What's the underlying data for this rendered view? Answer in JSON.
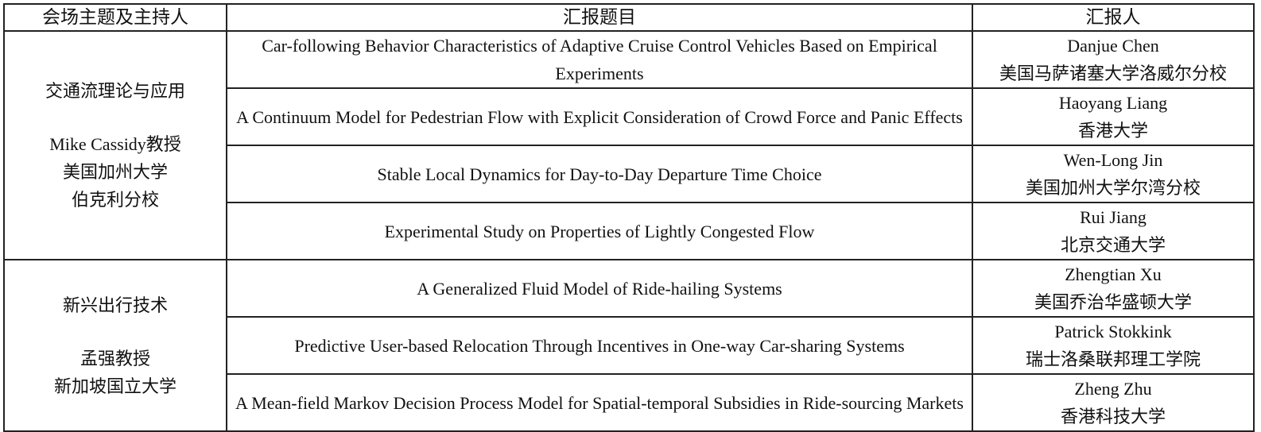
{
  "headers": {
    "session": "会场主题及主持人",
    "title": "汇报题目",
    "presenter": "汇报人"
  },
  "sessions": [
    {
      "topic": "交通流理论与应用",
      "host_name": "Mike Cassidy教授",
      "host_affil_1": "美国加州大学",
      "host_affil_2": "伯克利分校",
      "talks": [
        {
          "title": "Car-following Behavior Characteristics of Adaptive Cruise Control Vehicles Based on Empirical Experiments",
          "name": "Danjue Chen",
          "affil": "美国马萨诸塞大学洛威尔分校"
        },
        {
          "title": "A Continuum Model for Pedestrian Flow with Explicit Consideration of Crowd Force and Panic Effects",
          "name": "Haoyang Liang",
          "affil": "香港大学"
        },
        {
          "title": "Stable Local Dynamics for Day-to-Day Departure Time Choice",
          "name": "Wen-Long Jin",
          "affil": "美国加州大学尔湾分校"
        },
        {
          "title": "Experimental Study on Properties of Lightly Congested Flow",
          "name": "Rui Jiang",
          "affil": "北京交通大学"
        }
      ]
    },
    {
      "topic": "新兴出行技术",
      "host_name": "孟强教授",
      "host_affil_1": "新加坡国立大学",
      "talks": [
        {
          "title": "A Generalized Fluid Model of Ride-hailing Systems",
          "name": "Zhengtian Xu",
          "affil": "美国乔治华盛顿大学"
        },
        {
          "title": "Predictive User-based Relocation Through Incentives in One-way Car-sharing Systems",
          "name": "Patrick Stokkink",
          "affil": "瑞士洛桑联邦理工学院"
        },
        {
          "title": "A Mean-field Markov Decision Process Model for Spatial-temporal Subsidies in Ride-sourcing Markets",
          "name": "Zheng Zhu",
          "affil": "香港科技大学"
        }
      ]
    }
  ]
}
